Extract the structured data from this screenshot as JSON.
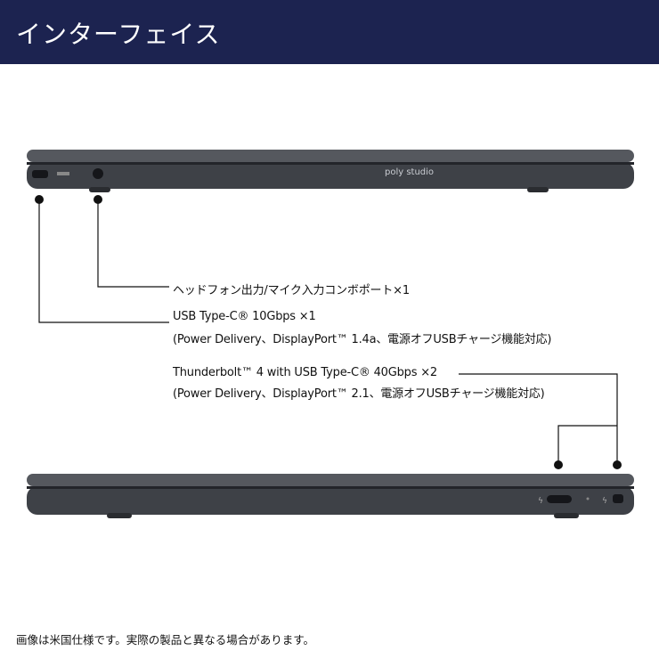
{
  "header": {
    "title": "インターフェイス"
  },
  "laptop": {
    "brand": "poly studio"
  },
  "ports": [
    {
      "label": "ヘッドフォン出力/マイク入力コンボポート×1"
    },
    {
      "label": "USB Type-C® 10Gbps ×1",
      "detail": "(Power Delivery、DisplayPort™ 1.4a、電源オフUSBチャージ機能対応)"
    },
    {
      "label": "Thunderbolt™ 4 with USB Type-C® 40Gbps ×2",
      "detail": "(Power Delivery、DisplayPort™ 2.1、電源オフUSBチャージ機能対応)"
    }
  ],
  "footer": {
    "note": "画像は米国仕様です。実際の製品と異なる場合があります。"
  },
  "colors": {
    "header_bg": "#1c2350",
    "laptop": "#3e4147"
  }
}
